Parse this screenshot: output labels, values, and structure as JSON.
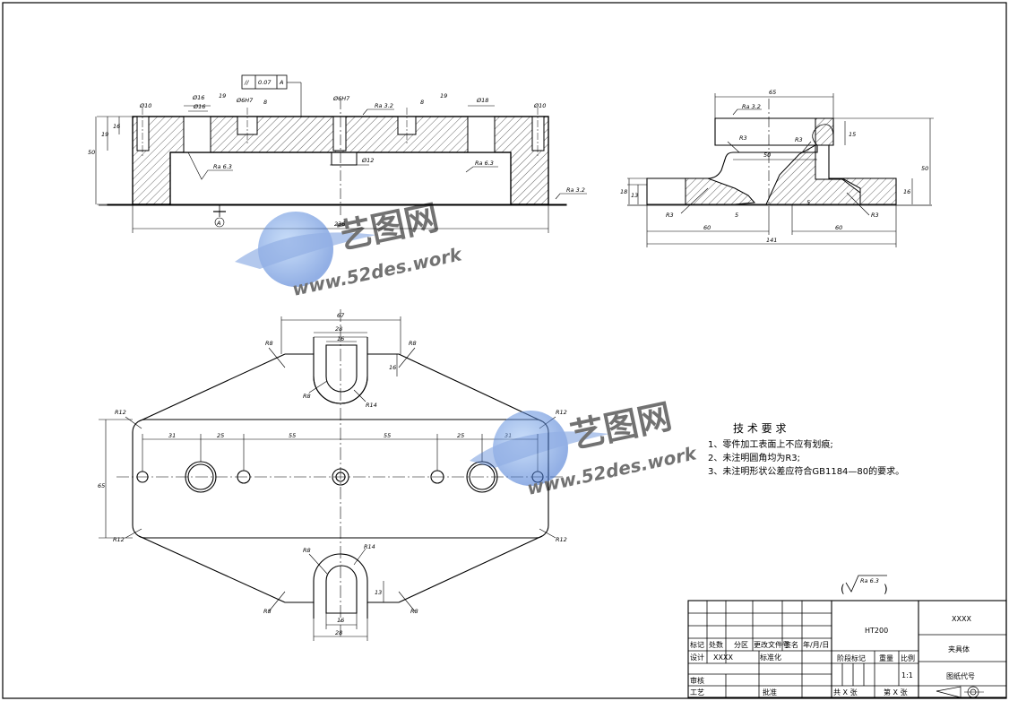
{
  "watermark": {
    "brand": "艺图网",
    "url": "www.52des.work",
    "color": "#3a6fd0"
  },
  "tolerance_frame": {
    "symbol": "//",
    "value": "0.07",
    "datum": "A"
  },
  "datum_label": "A",
  "front_view": {
    "dims": {
      "d1": "Ø10",
      "d2": "Ø16",
      "d3": "Ø16",
      "d4": "Ø6H7",
      "d5": "19",
      "d6": "8",
      "d7": "Ø6H7",
      "d8": "8",
      "d9": "19",
      "d10": "Ø18",
      "d11": "Ø10",
      "h50": "50",
      "h19": "19",
      "h16": "16",
      "d12": "Ø12",
      "w236": "236"
    },
    "roughness": {
      "r1": "Ra 3.2",
      "r2": "Ra 6.3",
      "r3": "Ra 6.3",
      "r4": "Ra 3.2"
    }
  },
  "side_view": {
    "dims": {
      "w65": "65",
      "w50": "50",
      "h15": "15",
      "h50": "50",
      "h18": "18",
      "h13": "13",
      "h16": "16",
      "w60a": "60",
      "w60b": "60",
      "w141": "141",
      "s5a": "5",
      "s5b": "5",
      "r3a": "R3",
      "r3b": "R3",
      "r3c": "R3",
      "r3d": "R3"
    },
    "roughness": "Ra 3.2"
  },
  "top_view": {
    "dims": {
      "w67": "67",
      "w28t": "28",
      "w16t": "16",
      "h16t": "16",
      "r8tl": "R8",
      "r8tr": "R8",
      "r8t": "R8",
      "r14t": "R14",
      "r12a": "R12",
      "r12b": "R12",
      "r12c": "R12",
      "r12d": "R12",
      "s31a": "31",
      "s25a": "25",
      "s55a": "55",
      "s55b": "55",
      "s25b": "25",
      "s31b": "31",
      "h65": "65",
      "r8b": "R8",
      "r14b": "R14",
      "h13b": "13",
      "w16b": "16",
      "w28b": "28",
      "r8bl": "R8",
      "r8br": "R8"
    }
  },
  "tech_requirements": {
    "title": "技 术 要 求",
    "items": [
      "1、零件加工表面上不应有划痕;",
      "2、未注明圆角均为R3;",
      "3、未注明形状公差应符合GB1184—80的要求。"
    ]
  },
  "general_roughness": "Ra 6.3",
  "title_block": {
    "material": "HT200",
    "company": "XXXX",
    "part_name": "夹具体",
    "drawing_no_label": "图纸代号",
    "stage_label": "阶段标记",
    "weight_label": "重量",
    "scale_label": "比例",
    "scale": "1:1",
    "sheets_total": "共  X  张",
    "sheet_no": "第  X  张",
    "row_labels": {
      "mark": "标记",
      "count": "处数",
      "zone": "分区",
      "doc": "更改文件号",
      "sign": "签名",
      "date": "年/月/日"
    },
    "design_label": "设计",
    "designer": "XXXX",
    "standard_label": "标准化",
    "review_label": "审核",
    "process_label": "工艺",
    "approve_label": "批准"
  }
}
